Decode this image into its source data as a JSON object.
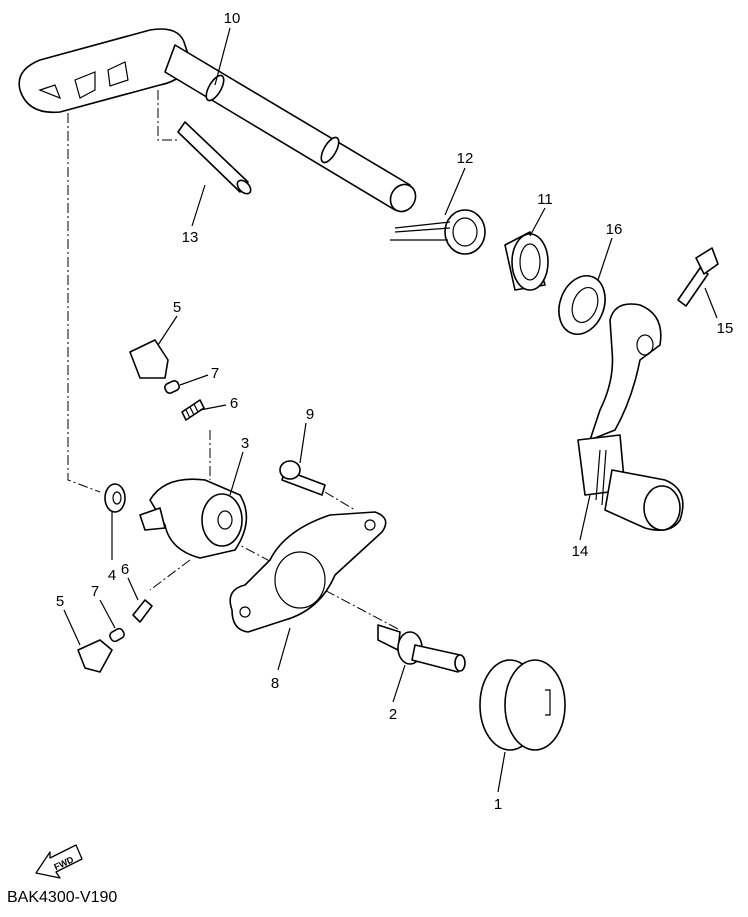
{
  "diagram_code": "BAK4300-V190",
  "fwd_logo": "FWD",
  "callouts": {
    "c1": "1",
    "c2": "2",
    "c3": "3",
    "c4": "4",
    "c5a": "5",
    "c5b": "5",
    "c6a": "6",
    "c6b": "6",
    "c7a": "7",
    "c7b": "7",
    "c8": "8",
    "c9": "9",
    "c10": "10",
    "c11": "11",
    "c12": "12",
    "c13": "13",
    "c14": "14",
    "c15": "15",
    "c16": "16"
  }
}
